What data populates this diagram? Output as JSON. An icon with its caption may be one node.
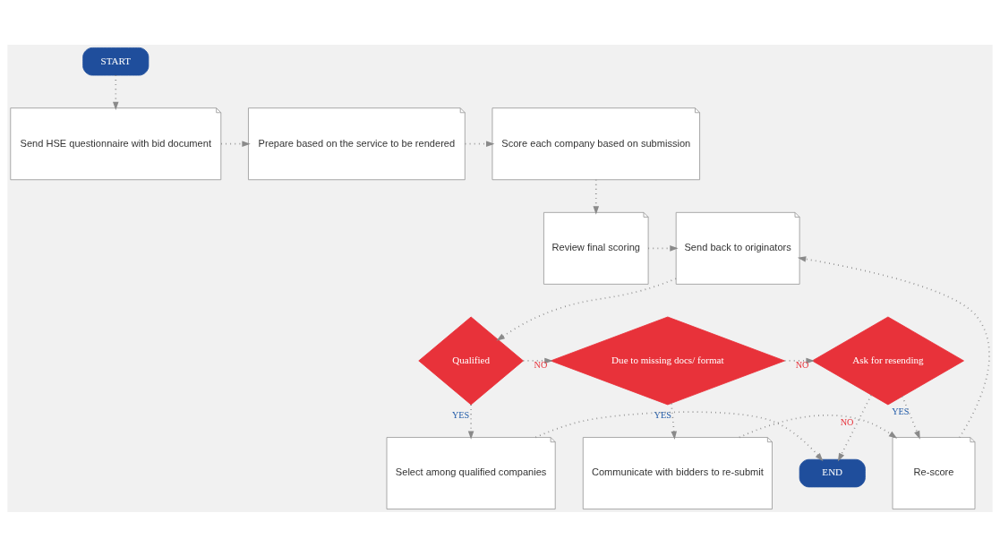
{
  "diagram": {
    "nodes": [
      {
        "text": [
          "START"
        ]
      },
      {
        "text": [
          "Send HSE questionnaire with bid document"
        ]
      },
      {
        "text": [
          "Prepare based on the service to be rendered"
        ]
      },
      {
        "text": [
          "Score each company based on submission"
        ]
      },
      {
        "text": [
          "Review final scoring"
        ]
      },
      {
        "text": [
          "Send back to originators"
        ]
      },
      {
        "text": [
          "Communicate with bidders to re-submit"
        ]
      },
      {
        "text": [
          "Re-score"
        ]
      },
      {
        "text": [
          "END"
        ]
      },
      {
        "text": [
          "Qualified"
        ]
      },
      {
        "text": [
          "Due to missing docs/ format"
        ]
      },
      {
        "text": [
          "Ask for resending"
        ]
      },
      {
        "text": [
          "Select among qualified companies"
        ]
      }
    ],
    "edges": [
      {
        "from": 0,
        "to": 1,
        "arrow": "to"
      },
      {
        "from": 1,
        "to": 2,
        "arrow": "to"
      },
      {
        "from": 2,
        "to": 3,
        "arrow": "to"
      },
      {
        "from": 3,
        "to": 4,
        "arrow": "to"
      },
      {
        "from": 4,
        "to": 5,
        "arrow": "to"
      },
      {
        "from": 5,
        "to": 9,
        "arrow": "to"
      },
      {
        "from": 9,
        "to": 10,
        "arrow": "to",
        "label": "NO"
      },
      {
        "from": 10,
        "to": 6,
        "arrow": "to",
        "label": "YES"
      },
      {
        "from": 10,
        "to": 11,
        "arrow": "to",
        "label": "NO"
      },
      {
        "from": 11,
        "to": 7,
        "arrow": "to",
        "label": "YES"
      },
      {
        "from": 11,
        "to": 8,
        "arrow": "to",
        "label": "NO"
      },
      {
        "from": 6,
        "to": 7,
        "arrow": "to"
      },
      {
        "from": 7,
        "to": 5,
        "arrow": "to"
      },
      {
        "from": 9,
        "to": 12,
        "arrow": "to",
        "label": "YES"
      },
      {
        "from": 12,
        "to": 8,
        "arrow": "to"
      }
    ]
  }
}
